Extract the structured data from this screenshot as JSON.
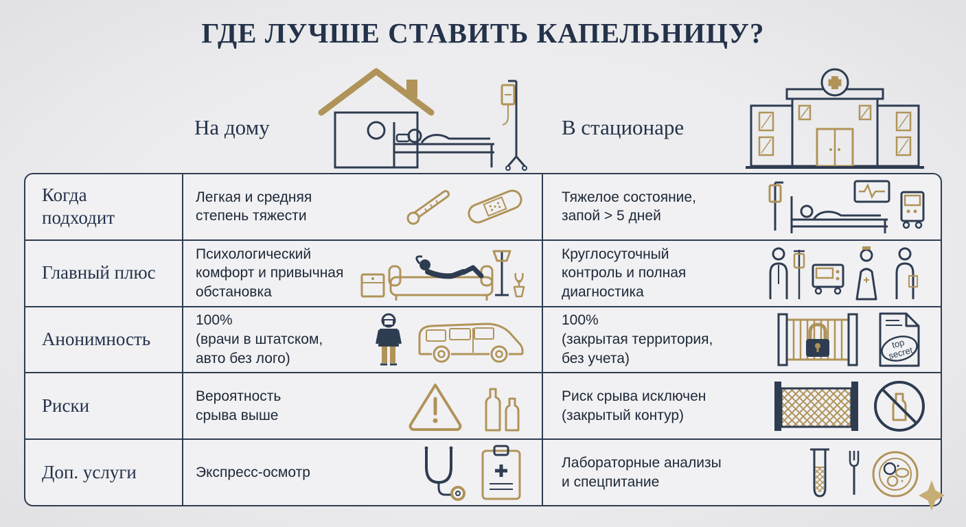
{
  "title": "ГДЕ ЛУЧШЕ СТАВИТЬ КАПЕЛЬНИЦУ?",
  "header": {
    "home_label": "На дому",
    "hospital_label": "В стационаре"
  },
  "rows": [
    {
      "label": "Когда\nподходит",
      "home_text": "Легкая и средняя\nстепень тяжести",
      "hospital_text": "Тяжелое состояние,\nзапой > 5 дней",
      "home_icons": [
        "thermometer-icon",
        "bandage-icon"
      ],
      "hospital_icons": [
        "hospital-bed-monitoring-icon"
      ]
    },
    {
      "label": "Главный плюс",
      "home_text": "Психологический\nкомфорт и привычная\nобстановка",
      "hospital_text": "Круглосуточный\nконтроль и полная\nдиагностика",
      "home_icons": [
        "home-comfort-sofa-icon"
      ],
      "hospital_icons": [
        "medical-staff-equipment-icon"
      ]
    },
    {
      "label": "Анонимность",
      "home_text": "100%\n(врачи в штатском,\nавто без лого)",
      "hospital_text": "100%\n(закрытая территория,\nбез учета)",
      "home_icons": [
        "plainclothes-person-icon",
        "unmarked-van-icon"
      ],
      "hospital_icons": [
        "locked-gate-icon",
        "top-secret-document-icon"
      ],
      "top_secret": [
        "top",
        "secret"
      ]
    },
    {
      "label": "Риски",
      "home_text": "Вероятность\nсрыва выше",
      "hospital_text": "Риск срыва исключен\n(закрытый контур)",
      "home_icons": [
        "warning-triangle-icon",
        "bottles-icon"
      ],
      "hospital_icons": [
        "safety-net-icon",
        "no-alcohol-icon"
      ]
    },
    {
      "label": "Доп. услуги",
      "home_text": "Экспресс-осмотр",
      "hospital_text": "Лабораторные анализы\nи спецпитание",
      "home_icons": [
        "stethoscope-icon",
        "medical-clipboard-icon"
      ],
      "hospital_icons": [
        "test-tube-icon",
        "meal-plate-icon"
      ]
    }
  ],
  "illustrations": [
    "home-care-illustration",
    "hospital-building-illustration"
  ],
  "logo": "brand-star-logo",
  "colors": {
    "navy": "#2e3c51",
    "gold": "#b09359",
    "background": "#e9e9ec",
    "panel": "#f1f1f3"
  }
}
